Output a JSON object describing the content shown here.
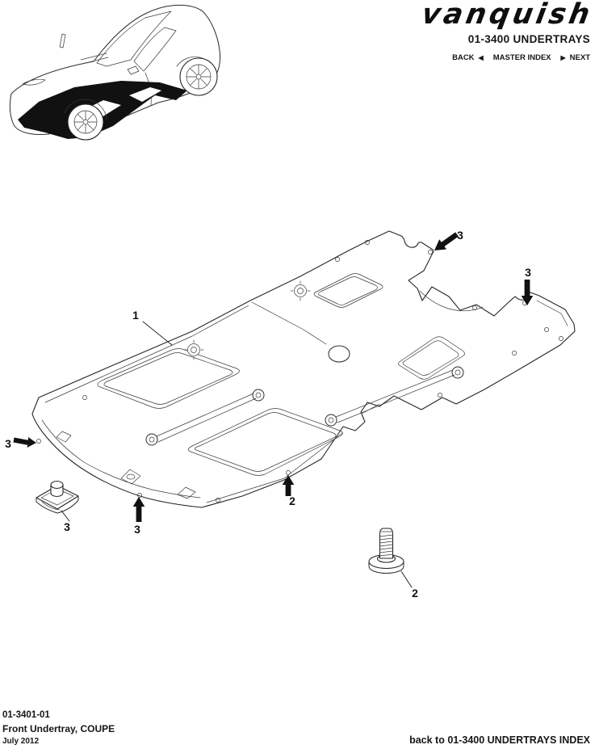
{
  "header": {
    "logo_text": "vanquish",
    "section_title": "01-3400 UNDERTRAYS",
    "nav": {
      "back_label": "BACK",
      "back_icon": "◀",
      "master_index_label": "MASTER INDEX",
      "next_icon": "▶",
      "next_label": "NEXT"
    }
  },
  "diagram": {
    "callouts": [
      {
        "id": "undertray-panel",
        "label": "1"
      },
      {
        "id": "fixing-top-right",
        "label": "3"
      },
      {
        "id": "fixing-right",
        "label": "3"
      },
      {
        "id": "fixing-left",
        "label": "3"
      },
      {
        "id": "clip-detail",
        "label": "3"
      },
      {
        "id": "fixing-bottom",
        "label": "3"
      },
      {
        "id": "fixing-bottom-edge",
        "label": "2"
      },
      {
        "id": "screw-detail",
        "label": "2"
      }
    ]
  },
  "footer": {
    "document_number": "01-3401-01",
    "document_title": "Front Undertray, COUPE",
    "date": "July 2012",
    "index_link": "back to 01-3400 UNDERTRAYS INDEX"
  },
  "colors": {
    "ink": "#161616",
    "line": "#2b2b2b",
    "background": "#ffffff"
  }
}
